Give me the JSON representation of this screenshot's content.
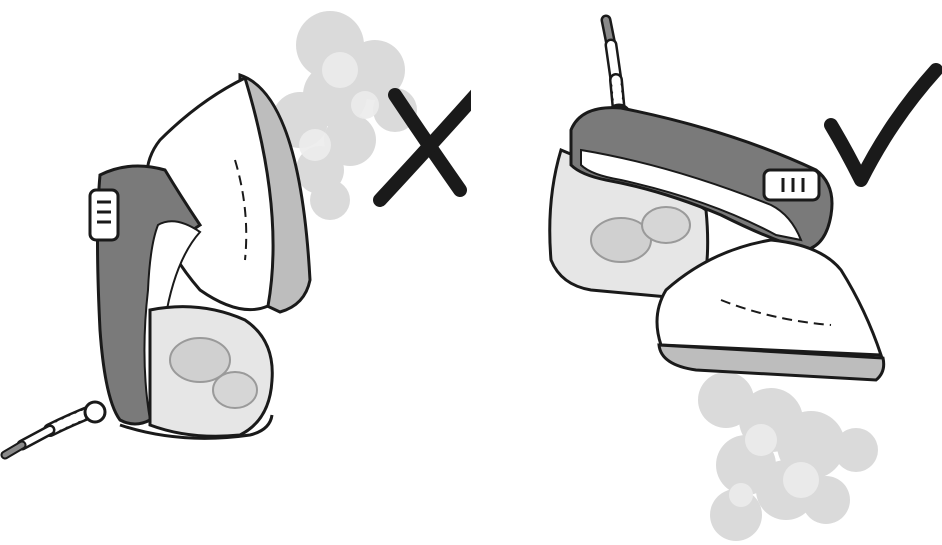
{
  "illustration": {
    "panels": [
      {
        "id": "wrong",
        "mark": "cross-mark",
        "meaning": "incorrect",
        "iron_orientation": "upright-soleplate-sideways",
        "steam": "emitted-sideways"
      },
      {
        "id": "right",
        "mark": "check-mark",
        "meaning": "correct",
        "iron_orientation": "horizontal-soleplate-down",
        "steam": "emitted-downward"
      }
    ],
    "colors": {
      "outline": "#1a1a1a",
      "handle_gray": "#7a7a7a",
      "body_white": "#ffffff",
      "steam_gray": "#cfcfcf",
      "tank_gray": "#e6e6e6"
    }
  }
}
